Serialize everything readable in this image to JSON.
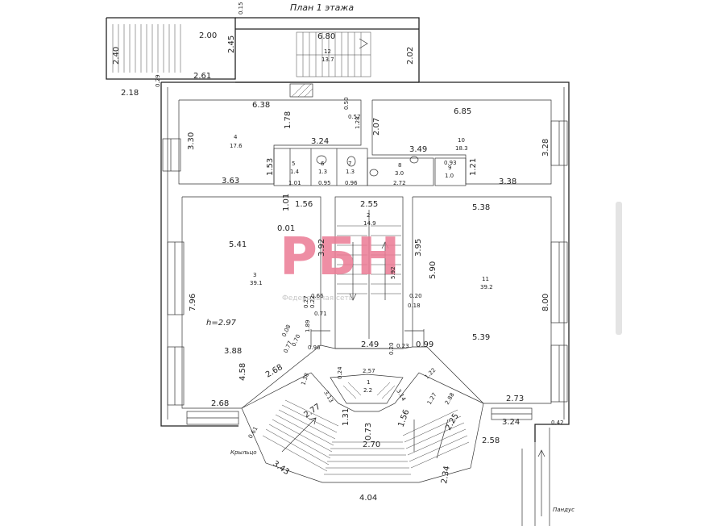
{
  "title": "План 1 этажа",
  "watermark": {
    "logo": "РБН",
    "sub": "Федеральная сеть"
  },
  "labels": {
    "landing": "Крыльцо",
    "ramp": "Пандус",
    "height": "h=2.97"
  },
  "rooms": {
    "r1": {
      "num": "1",
      "area": "2.2"
    },
    "r2": {
      "num": "2",
      "area": "14.9"
    },
    "r3": {
      "num": "3",
      "area": "39.1"
    },
    "r4": {
      "num": "4",
      "area": "17.6"
    },
    "r5": {
      "num": "5",
      "area": "1.4"
    },
    "r6": {
      "num": "6",
      "area": "1.3"
    },
    "r7": {
      "num": "7",
      "area": "1.3"
    },
    "r8": {
      "num": "8",
      "area": "3.0"
    },
    "r9": {
      "num": "9",
      "area": "1.0"
    },
    "r10": {
      "num": "10",
      "area": "18.3"
    },
    "r11": {
      "num": "11",
      "area": "39.2"
    },
    "r12": {
      "num": "12",
      "area": "13.7"
    }
  },
  "dims": {
    "d015": "0.15",
    "d200": "2.00",
    "d245": "2.45",
    "d240": "2.40",
    "d680": "6.80",
    "d202": "2.02",
    "d261": "2.61",
    "d218": "2.18",
    "d029": "0.29",
    "d638": "6.38",
    "d178": "1.78",
    "d324a": "3.24",
    "d330": "3.30",
    "d153": "1.53",
    "d363": "3.63",
    "d101a": "1.01",
    "d095a": "0.95",
    "d096a": "0.96",
    "d272": "2.72",
    "d050": "0.50",
    "d057": "0.57",
    "d128": "1.28",
    "d207": "2.07",
    "d349": "3.49",
    "d093": "0.93",
    "d121": "1.21",
    "d685": "6.85",
    "d328": "3.28",
    "d338": "3.38",
    "d156": "1.56",
    "d001": "0.01",
    "d101b": "1.01",
    "d255": "2.55",
    "d541": "5.41",
    "d392": "3.92",
    "d395": "3.95",
    "d538": "5.38",
    "d592": "5.92",
    "d590": "5.90",
    "d796": "7.96",
    "d800": "8.00",
    "d066": "0.66",
    "d027": "0.27",
    "d022": "0.22",
    "d071": "0.71",
    "d020a": "0.20",
    "d018": "0.18",
    "d189": "1.89",
    "d008": "0.08",
    "d070": "0.70",
    "d077": "0.77",
    "d096b": "0.96",
    "d249": "2.49",
    "d020b": "0.20",
    "d023": "0.23",
    "d099": "0.99",
    "d388": "3.88",
    "d539": "5.39",
    "d458": "4.58",
    "d268a": "2.68",
    "d138": "1.38",
    "d257": "2.57",
    "d024": "0.24",
    "d122": "1.22",
    "d313": "3.13",
    "d314": "3.14",
    "d127": "1.27",
    "d288": "2.88",
    "d268b": "2.68",
    "d273": "2.73",
    "d131": "1.31",
    "d277": "2.77",
    "d073": "0.73",
    "d156b": "1.56",
    "d225": "2.25",
    "d324b": "3.24",
    "d042": "0.42",
    "d061": "0.61",
    "d270": "2.70",
    "d258": "2.58",
    "d343": "3.43",
    "d234": "2.34",
    "d404": "4.04"
  }
}
